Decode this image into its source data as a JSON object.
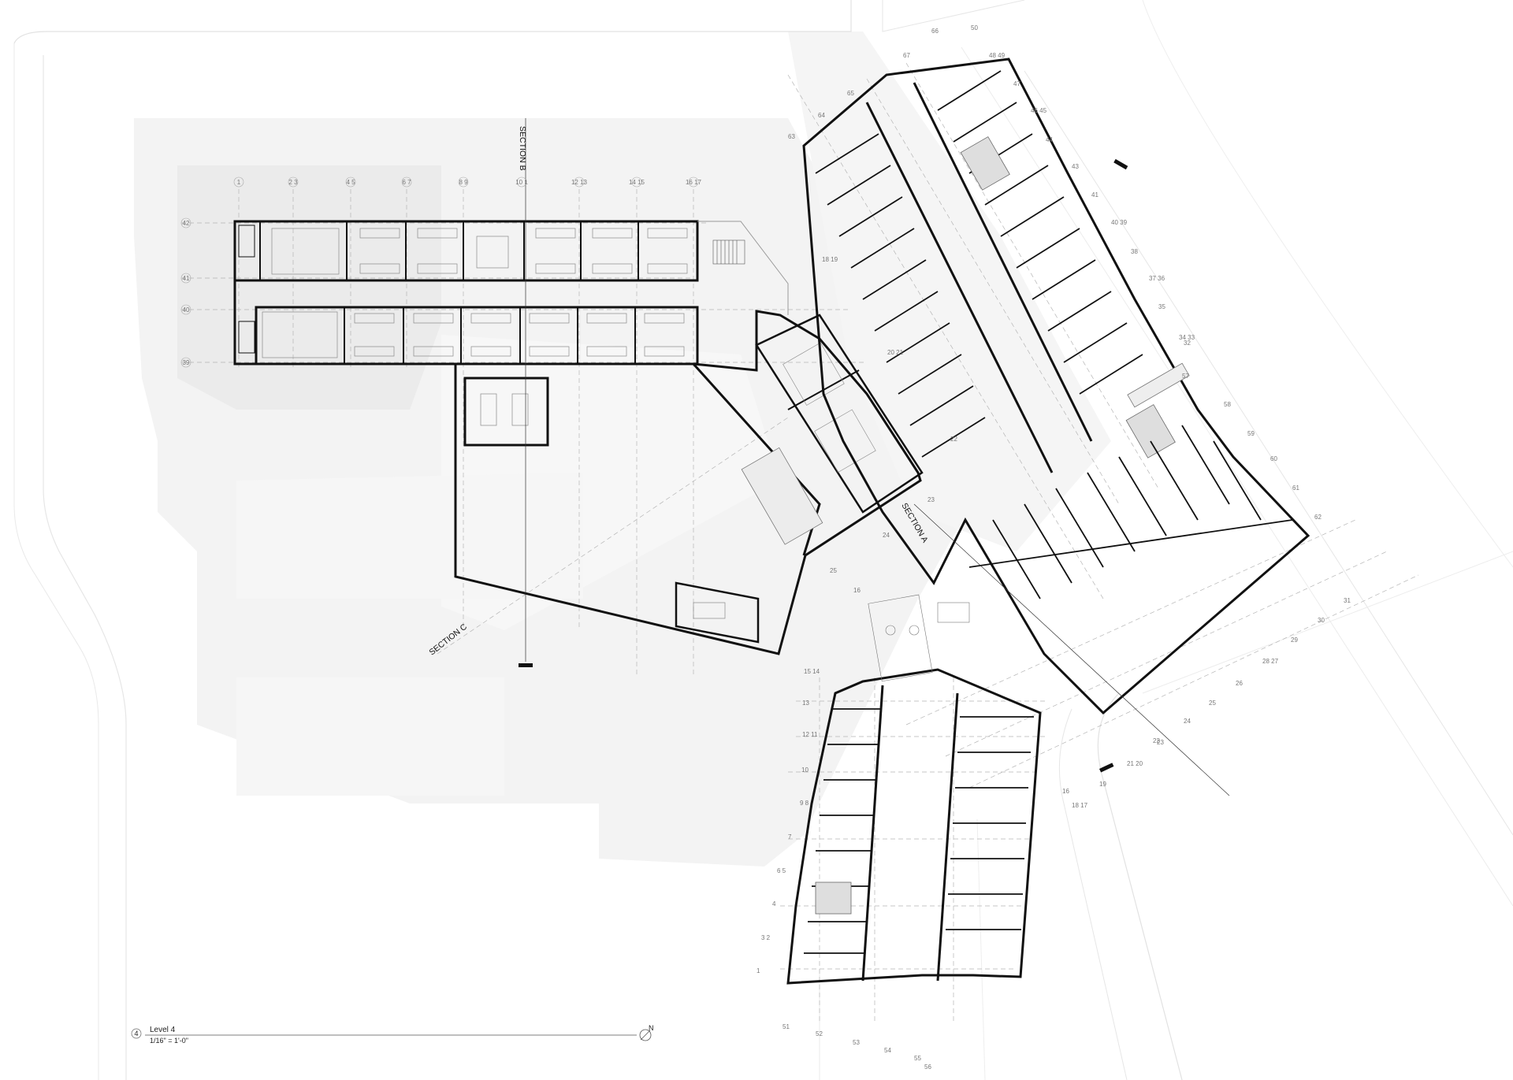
{
  "drawing": {
    "view_title": "Level 4",
    "view_number": "4",
    "scale": "1/16\" = 1'-0\"",
    "north_label": "N"
  },
  "section_markers": {
    "section_a": "SECTION A",
    "section_b": "SECTION B",
    "section_c": "SECTION C"
  },
  "gridlines": {
    "west_wing_columns": [
      "1",
      "2 3",
      "4 5",
      "6 7",
      "8 9",
      "10 1",
      "12 13",
      "14 15",
      "16 17"
    ],
    "west_wing_rows": [
      "42",
      "41",
      "40",
      "39"
    ],
    "labels": [
      "66",
      "50",
      "67",
      "48 49",
      "65",
      "47",
      "64",
      "46 45",
      "63",
      "44",
      "43",
      "41",
      "40 39",
      "38",
      "37 36",
      "35",
      "32",
      "34 33",
      "57",
      "58",
      "59",
      "60",
      "61",
      "62",
      "31",
      "30",
      "29",
      "28 27",
      "26",
      "25",
      "24",
      "23",
      "22",
      "21 20",
      "19",
      "18 17",
      "16",
      "15 14",
      "13",
      "12 11",
      "10",
      "9 8",
      "7",
      "6 5",
      "4",
      "3 2",
      "1",
      "51",
      "52",
      "53",
      "54",
      "55",
      "56",
      "18 19",
      "20 21",
      "22",
      "23",
      "24",
      "25",
      "16"
    ]
  },
  "colors": {
    "wall": "#111111",
    "context_fill": "#f1f1f1",
    "grid": "#9a9a9a",
    "furniture": "#8a8a8a",
    "stair_fill": "#dcdcdc"
  }
}
